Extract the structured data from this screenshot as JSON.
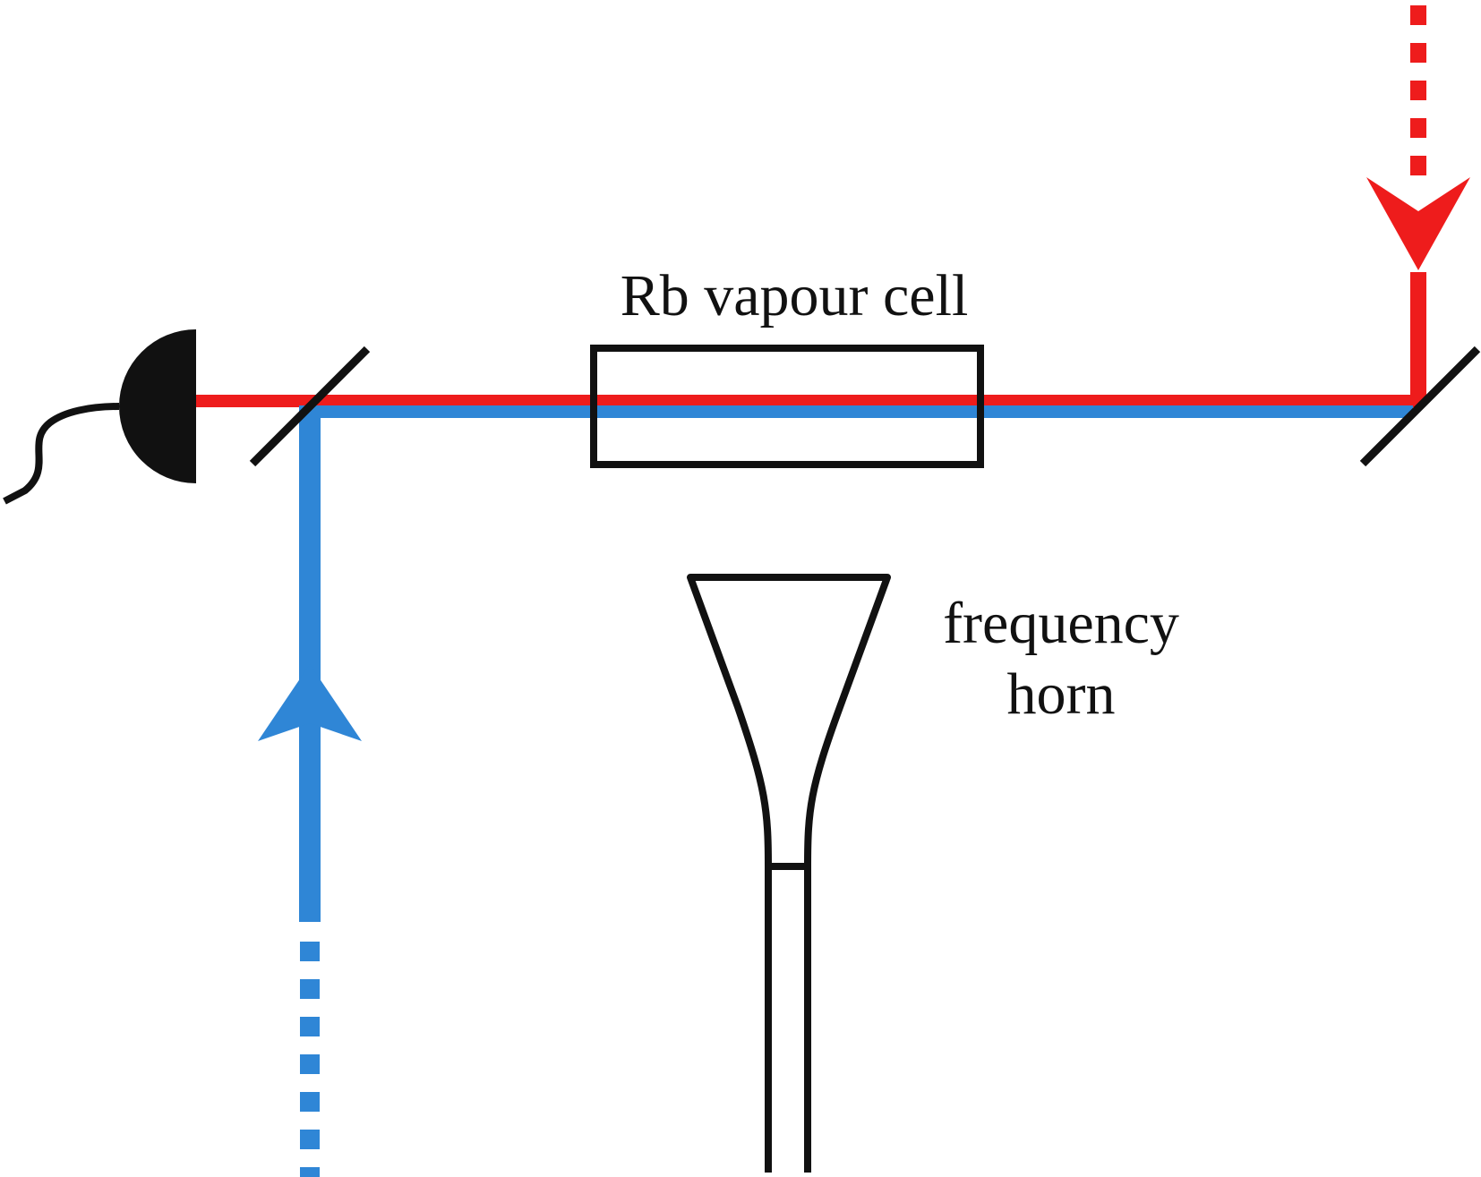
{
  "labels": {
    "cell": "Rb vapour cell",
    "horn_line1": "frequency",
    "horn_line2": "horn"
  },
  "colors": {
    "red_beam": "#ee1c1c",
    "blue_beam": "#2f86d6",
    "outline": "#111111",
    "background": "#ffffff"
  },
  "components": {
    "vapour_cell": "rectangle",
    "horn": "horn-antenna",
    "detector": "photodiode",
    "mirror_left": "dichroic-mirror",
    "mirror_right": "dichroic-mirror"
  }
}
